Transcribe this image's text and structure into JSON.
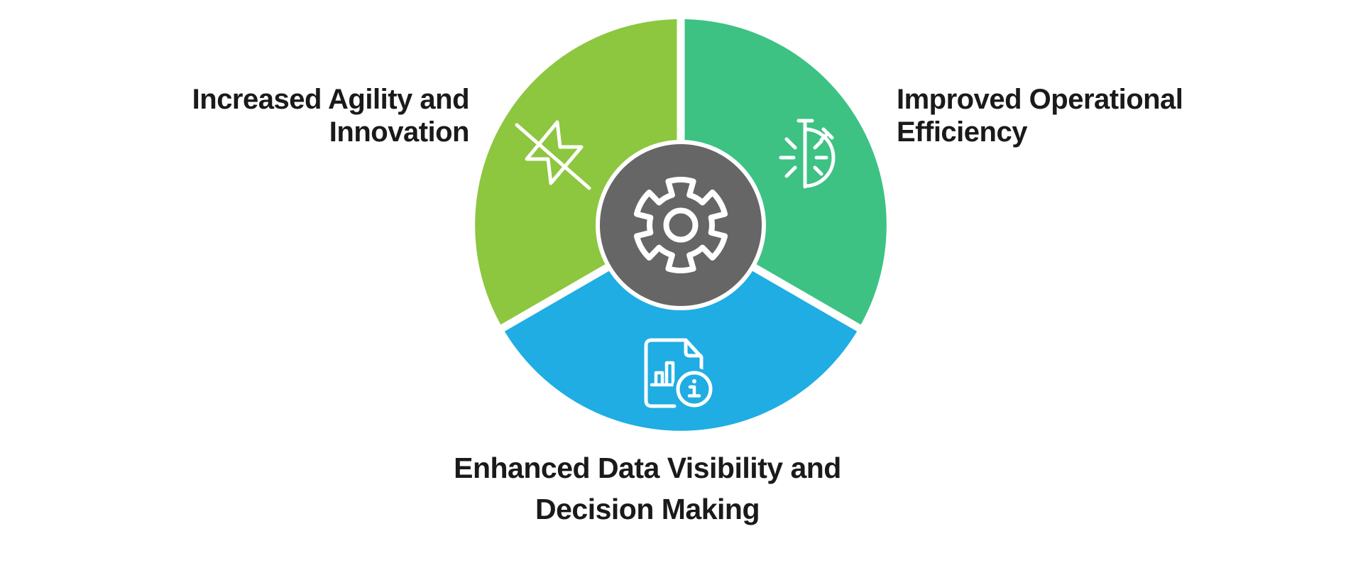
{
  "page": {
    "background": "#ffffff"
  },
  "diagram": {
    "type": "segmented-circle-infographic",
    "segment_count": 3,
    "divider_color": "#ffffff",
    "text_color": "#1a1a1a",
    "center": {
      "icon": "gear",
      "fill": "#666666",
      "ring_color": "#ffffff"
    },
    "segments": [
      {
        "position": "top-left",
        "color": "#8DC63F",
        "icon": "lightning-slash",
        "label": "Increased Agility and Innovation",
        "label_lines": [
          "Increased Agility and",
          "Innovation"
        ]
      },
      {
        "position": "top-right",
        "color": "#3DC283",
        "icon": "stopwatch-half",
        "label": "Improved Operational Efficiency",
        "label_lines": [
          "Improved Operational",
          "Efficiency"
        ]
      },
      {
        "position": "bottom",
        "color": "#1FADE3",
        "icon": "document-chart-info",
        "label": "Enhanced Data Visibility and Decision Making",
        "label_lines": [
          "Enhanced Data Visibility and",
          "Decision Making"
        ]
      }
    ]
  }
}
